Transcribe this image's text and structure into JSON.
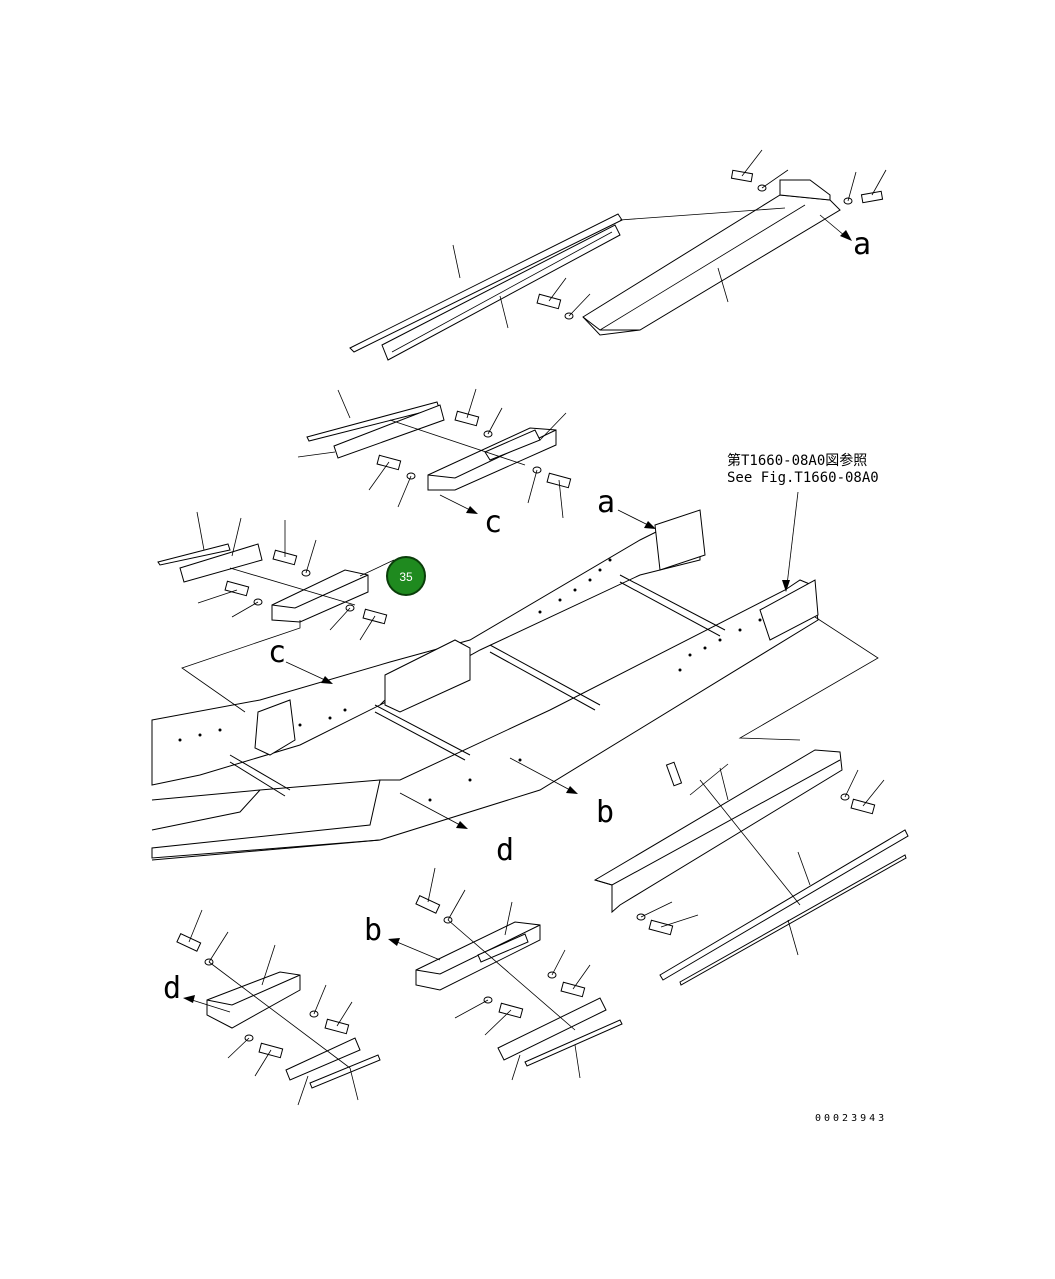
{
  "reference": {
    "line1": "第T1660-08A0図参照",
    "line2": "See Fig.T1660-08A0"
  },
  "view_labels": {
    "a": "a",
    "b": "b",
    "c": "c",
    "d": "d"
  },
  "hotspot": {
    "number": "35",
    "color": "#1f8a1f"
  },
  "drawing_number": "00023943"
}
